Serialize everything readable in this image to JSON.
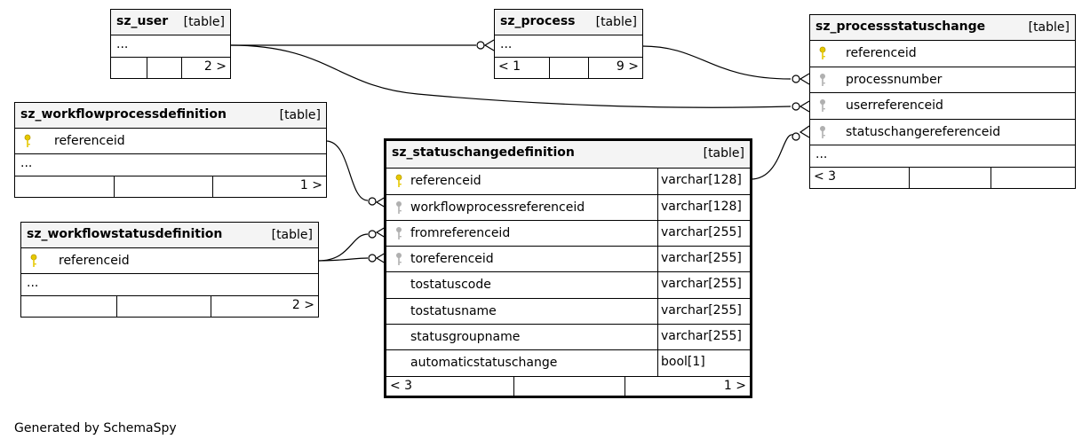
{
  "tables": {
    "sz_user": {
      "name": "sz_user",
      "type": "[table]",
      "ellipsis": "...",
      "next": "2 >"
    },
    "sz_process": {
      "name": "sz_process",
      "type": "[table]",
      "ellipsis": "...",
      "prev": "< 1",
      "next": "9 >"
    },
    "sz_processstatuschange": {
      "name": "sz_processstatuschange",
      "type": "[table]",
      "columns": [
        {
          "name": "referenceid",
          "key": "primary"
        },
        {
          "name": "processnumber",
          "key": "foreign"
        },
        {
          "name": "userreferenceid",
          "key": "foreign"
        },
        {
          "name": "statuschangereferenceid",
          "key": "foreign"
        }
      ],
      "ellipsis": "...",
      "prev": "< 3"
    },
    "sz_workflowprocessdefinition": {
      "name": "sz_workflowprocessdefinition",
      "type": "[table]",
      "columns": [
        {
          "name": "referenceid",
          "key": "primary"
        }
      ],
      "ellipsis": "...",
      "next": "1 >"
    },
    "sz_workflowstatusdefinition": {
      "name": "sz_workflowstatusdefinition",
      "type": "[table]",
      "columns": [
        {
          "name": "referenceid",
          "key": "primary"
        }
      ],
      "ellipsis": "...",
      "next": "2 >"
    },
    "sz_statuschangedefinition": {
      "name": "sz_statuschangedefinition",
      "type": "[table]",
      "columns": [
        {
          "name": "referenceid",
          "type": "varchar[128]",
          "key": "primary"
        },
        {
          "name": "workflowprocessreferenceid",
          "type": "varchar[128]",
          "key": "foreign"
        },
        {
          "name": "fromreferenceid",
          "type": "varchar[255]",
          "key": "foreign"
        },
        {
          "name": "toreferenceid",
          "type": "varchar[255]",
          "key": "foreign"
        },
        {
          "name": "tostatuscode",
          "type": "varchar[255]",
          "key": "none"
        },
        {
          "name": "tostatusname",
          "type": "varchar[255]",
          "key": "none"
        },
        {
          "name": "statusgroupname",
          "type": "varchar[255]",
          "key": "none"
        },
        {
          "name": "automaticstatuschange",
          "type": "bool[1]",
          "key": "none"
        }
      ],
      "prev": "< 3",
      "next": "1 >"
    }
  },
  "colors": {
    "primary_key": "#e6c800",
    "foreign_key": "#b0b0b0",
    "header_bg": "#f4f4f4",
    "line": "#000000"
  },
  "footer": "Generated by SchemaSpy"
}
